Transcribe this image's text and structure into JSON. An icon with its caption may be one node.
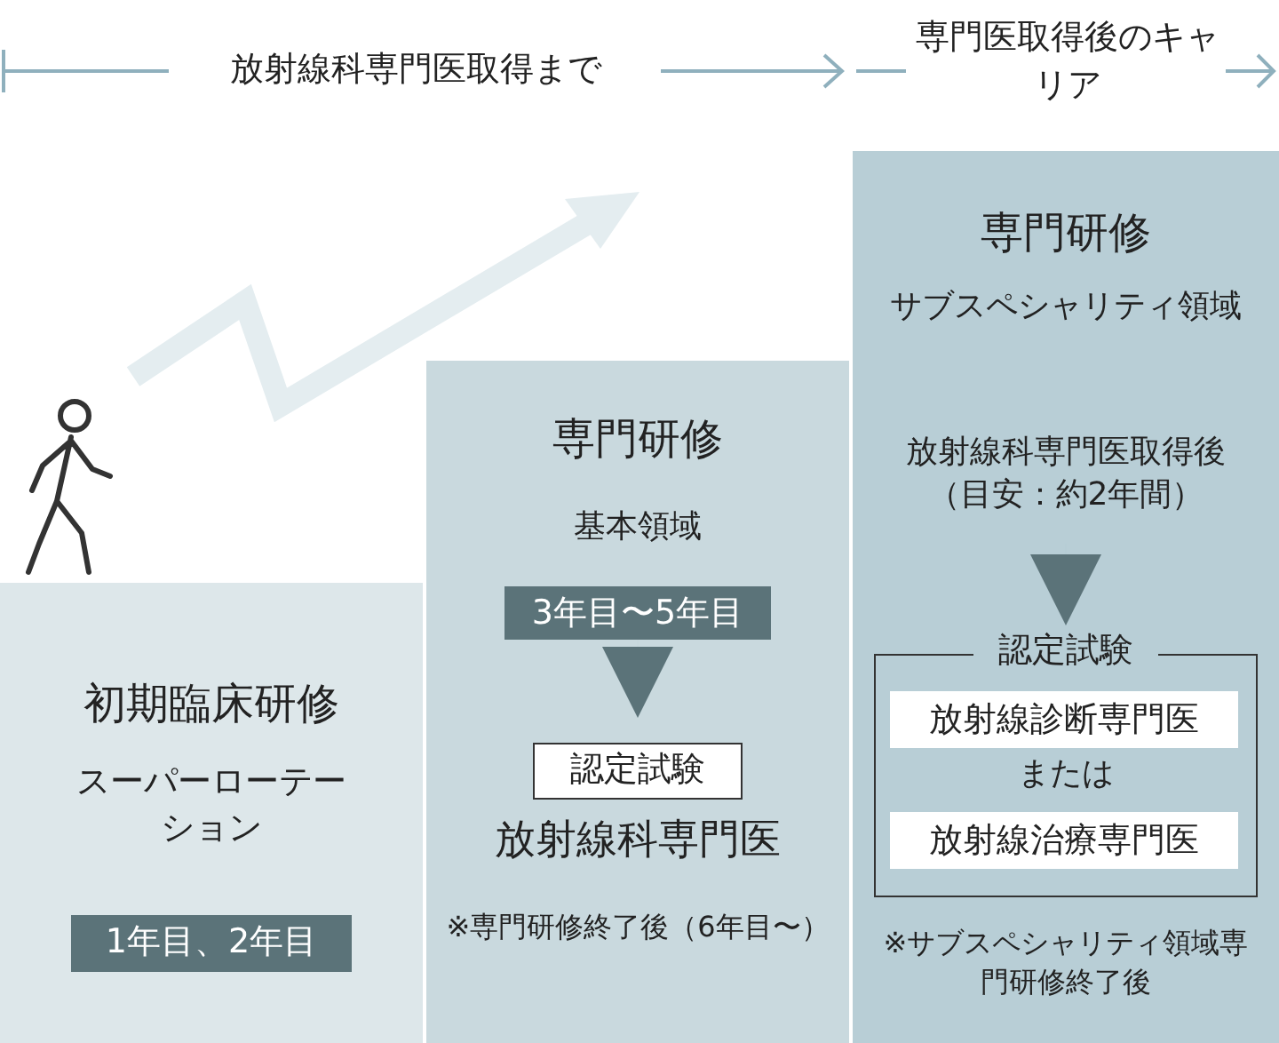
{
  "diagram": {
    "nodes": [
      {
        "text": [
          "初期臨床研修",
          "スーパーローテーション"
        ]
      },
      {
        "text": [
          "1年目、2年目"
        ],
        "in": 0
      },
      {
        "text": [
          "専門研修",
          "基本領域"
        ]
      },
      {
        "text": [
          "3年目〜5年目"
        ],
        "in": 2
      },
      {
        "text": [
          "認定試験"
        ],
        "in": 2,
        "beside": [
          "放射線科専門医",
          "※専門研修終了後（6年目〜）"
        ]
      },
      {
        "text": [
          "専門研修",
          "サブスペシャリティ領域",
          "放射線科専門医取得後（目安：約2年間）"
        ]
      },
      {
        "text": [
          "認定試験",
          "または"
        ],
        "in": 5,
        "beside": [
          "※サブスペシャリティ領域専門研修終了後"
        ]
      },
      {
        "text": [
          "放射線診断専門医"
        ],
        "in": 6
      },
      {
        "text": [
          "放射線治療専門医"
        ],
        "in": 6
      }
    ],
    "edges": [
      {
        "from": 3,
        "to": 4,
        "arrow": "to"
      },
      {
        "from": null,
        "to": 6,
        "arrow": "to"
      }
    ],
    "labels": [
      "放射線科専門医取得まで",
      "専門医取得後のキャリア"
    ]
  }
}
